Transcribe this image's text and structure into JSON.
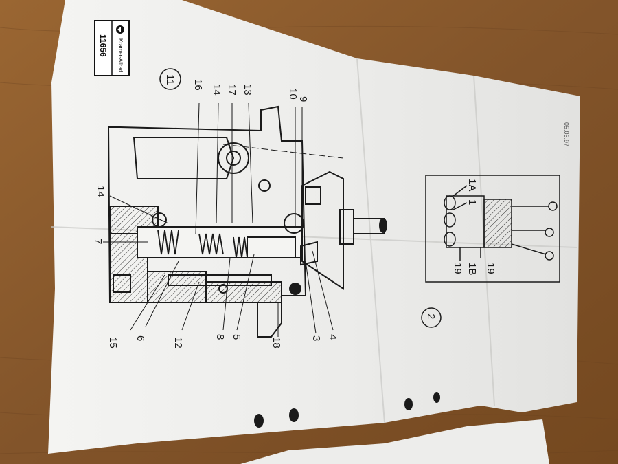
{
  "document": {
    "doc_code": "11656",
    "brand": "Kramer-Allrad",
    "date_stamp": "05.06.97",
    "figure_number_main": "11",
    "figure_number_inset": "2",
    "callouts_main": {
      "c9": "9",
      "c10": "10",
      "c13": "13",
      "c17": "17",
      "c14top": "14",
      "c16": "16",
      "c14left": "14",
      "c7": "7",
      "c15": "15",
      "c6": "6",
      "c12": "12",
      "c8": "8",
      "c5": "5",
      "c18": "18",
      "c3": "3",
      "c4": "4"
    },
    "callouts_inset": {
      "c1A": "1A",
      "c1": "1",
      "c19a": "19",
      "c1B": "1B",
      "c19b": "19"
    }
  },
  "colors": {
    "table_wood": "#8a5a2b",
    "paper": "#f1f1ef",
    "ink": "#1a1a1a",
    "hatch": "#333333"
  }
}
